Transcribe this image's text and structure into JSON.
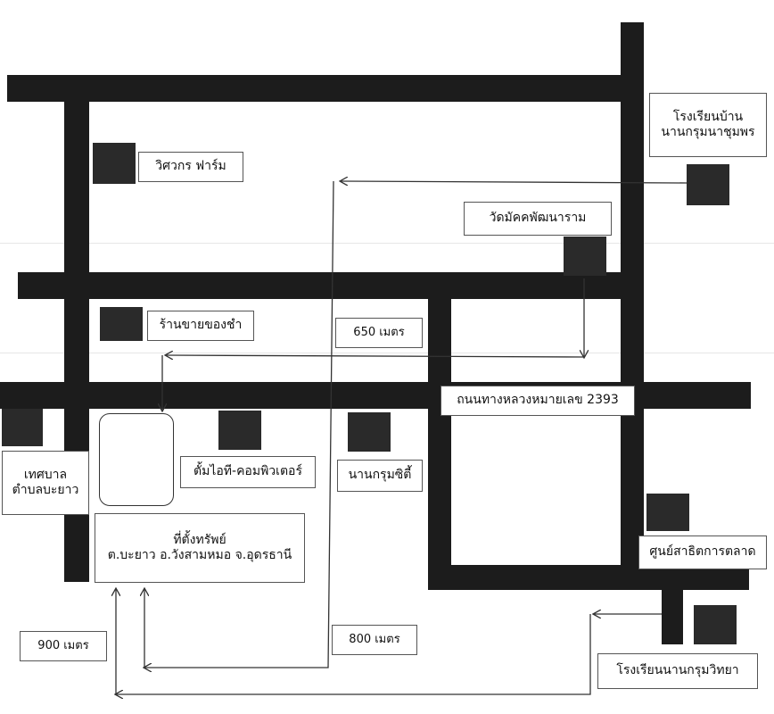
{
  "map": {
    "colors": {
      "road": "#1c1c1c",
      "building": "#2a2a2a",
      "route": "#333333"
    },
    "landmarks": {
      "wisawakorn_farm": "วิศวกร ฟาร์ม",
      "school_nakhum_na_chumphon_line1": "โรงเรียนบ้าน",
      "school_nakhum_na_chumphon_line2": "นานกรุมนาชุมพร",
      "wat_mongkhon": "วัดมัคคพัฒนาราม",
      "grocery_store": "ร้านขายของชำ",
      "highway": "ถนนทางหลวงหมายเลข 2393",
      "municipality_line1": "เทศบาล",
      "municipality_line2": "ตำบลบะยาว",
      "tumjai_computer": "ตั้มไอที-คอมพิวเตอร์",
      "nakhum_city": "นานกรุมซิตี้",
      "market_center": "ศูนย์สาธิตการตลาด",
      "school_nakhum_wittaya": "โรงเรียนนานกรุมวิทยา"
    },
    "property": {
      "title": "ที่ตั้งทรัพย์",
      "address": "ต.บะยาว อ.วังสามหมอ จ.อุดรธานี"
    },
    "distances": {
      "d650": "650 เมตร",
      "d900": "900 เมตร",
      "d800": "800 เมตร"
    }
  }
}
